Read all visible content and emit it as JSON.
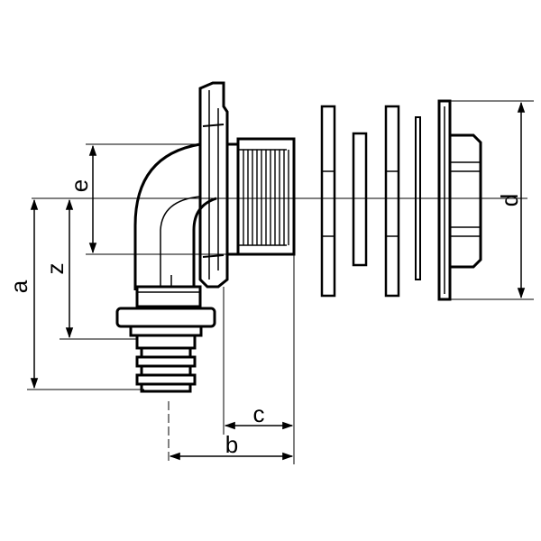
{
  "drawing": {
    "dimensions": {
      "a": "a",
      "z": "z",
      "e": "e",
      "d": "d",
      "c": "c",
      "b": "b"
    }
  }
}
